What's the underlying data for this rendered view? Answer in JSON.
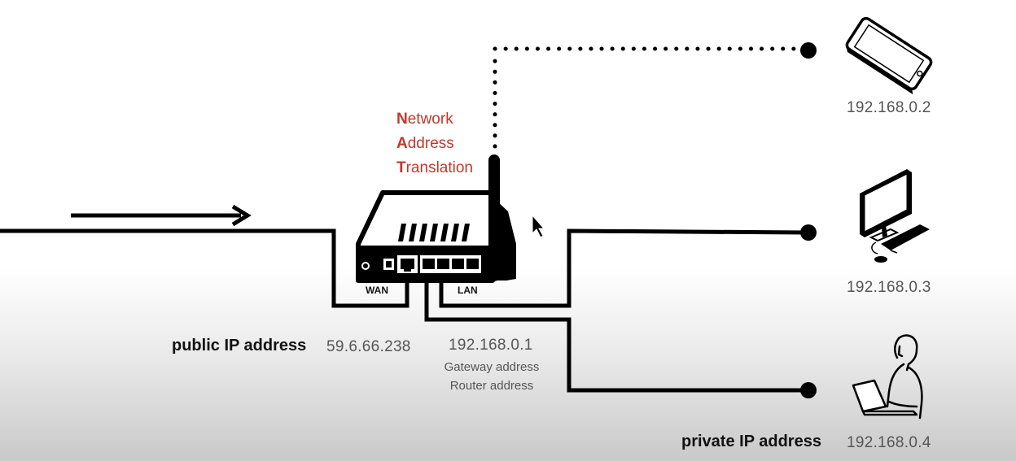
{
  "nat": {
    "line1_initial": "N",
    "line1_rest": "etwork",
    "line2_initial": "A",
    "line2_rest": "ddress",
    "line3_initial": "T",
    "line3_rest": "ranslation"
  },
  "labels": {
    "public_ip_label": "public IP address",
    "public_ip": "59.6.66.238",
    "gateway_ip": "192.168.0.1",
    "gateway_caption": "Gateway address",
    "router_caption": "Router address",
    "wan_port": "WAN",
    "lan_port": "LAN",
    "private_ip_label": "private IP address"
  },
  "devices": {
    "phone_ip": "192.168.0.2",
    "computer_ip": "192.168.0.3",
    "laptop_ip": "192.168.0.4"
  },
  "colors": {
    "accent": "#c0392b",
    "line": "#000000",
    "text": "#555555"
  },
  "icons": [
    "arrow-right-icon",
    "router-icon",
    "antenna-icon",
    "smartphone-icon",
    "desktop-computer-icon",
    "person-laptop-icon",
    "mouse-cursor-icon"
  ]
}
